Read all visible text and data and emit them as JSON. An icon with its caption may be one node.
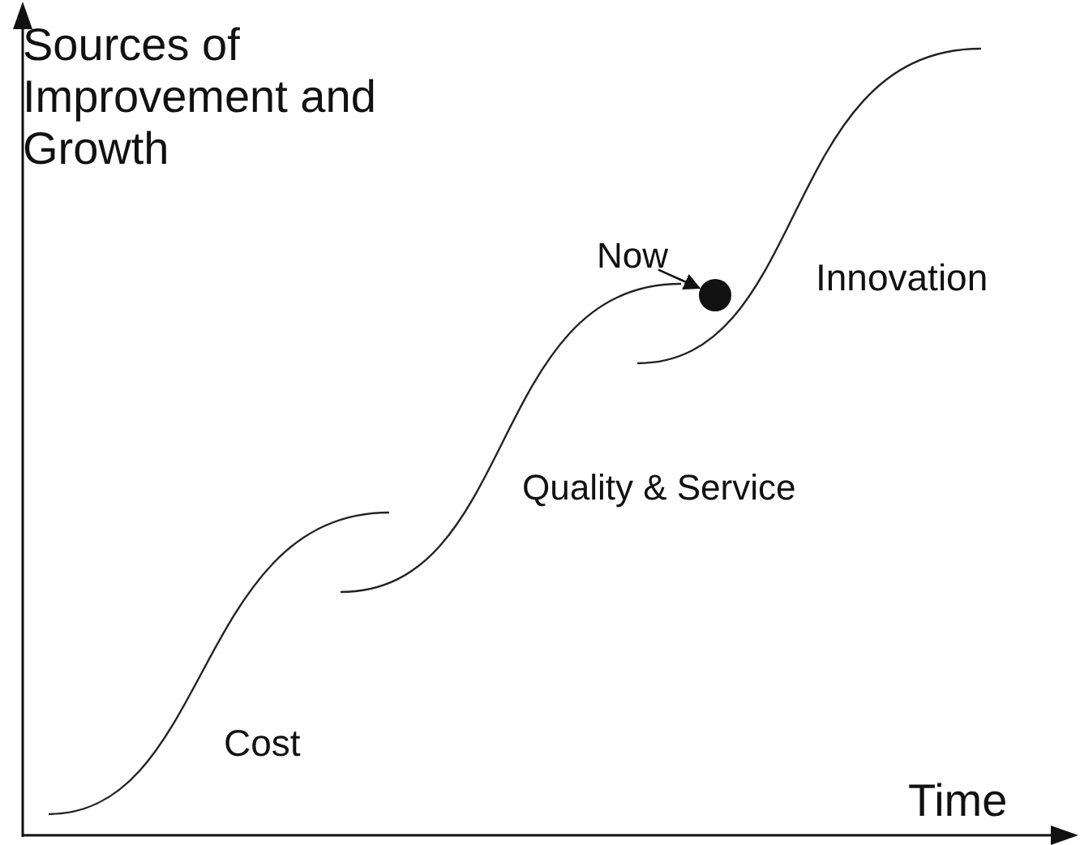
{
  "diagram": {
    "nodes": [
      {
        "text": [
          "Now"
        ]
      },
      {
        "text": [],
        "shape": "circle"
      }
    ],
    "edges": [
      {
        "from": 0,
        "to": 1,
        "arrow": "to"
      }
    ],
    "labels": [
      "Sources of Improvement and Growth",
      "Innovation",
      "Quality & Service",
      "Cost",
      "Time"
    ]
  }
}
